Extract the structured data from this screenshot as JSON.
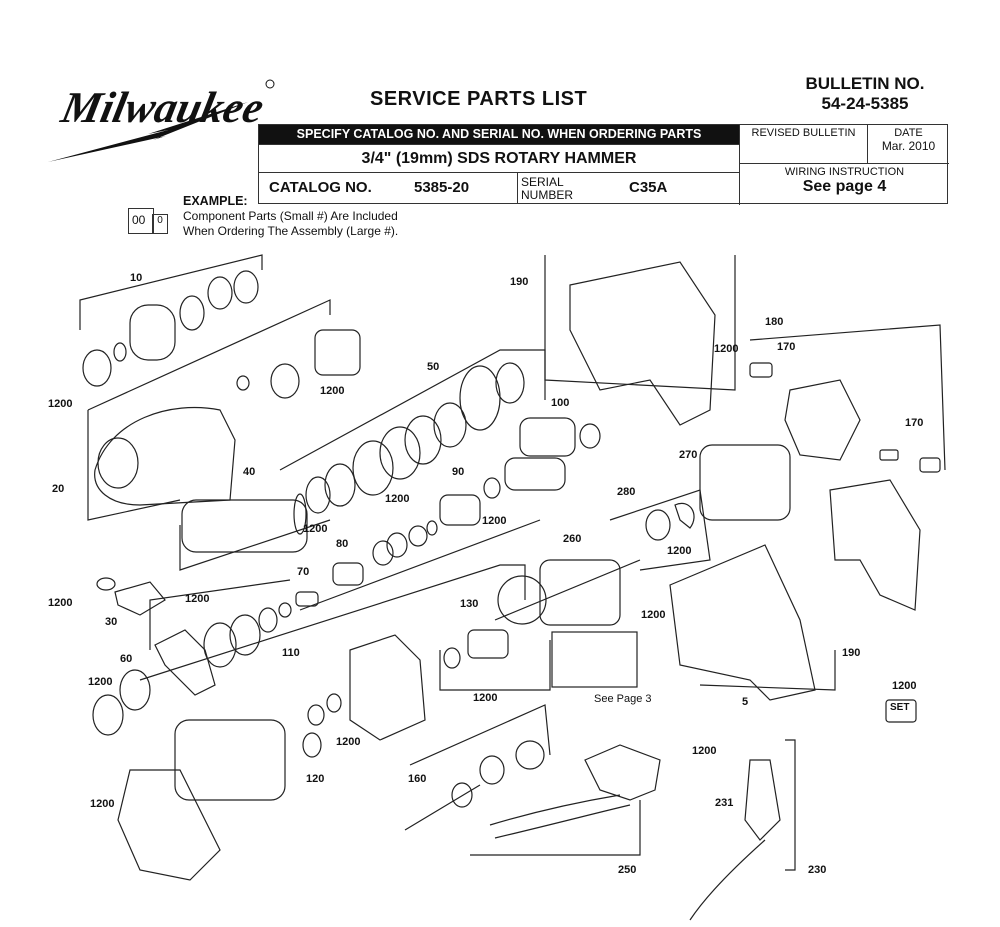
{
  "brand": "Milwaukee",
  "document_title": "SERVICE PARTS LIST",
  "bulletin": {
    "label": "BULLETIN NO.",
    "number": "54-24-5385"
  },
  "header": {
    "specify_bar": "SPECIFY CATALOG NO. AND SERIAL NO. WHEN ORDERING PARTS",
    "model": "3/4\" (19mm) SDS ROTARY HAMMER",
    "catalog_label": "CATALOG NO.",
    "catalog_number": "5385-20",
    "serial_label_1": "SERIAL",
    "serial_label_2": "NUMBER",
    "serial_number": "C35A",
    "revised_label": "REVISED BULLETIN",
    "date_label": "DATE",
    "date_value": "Mar. 2010",
    "wiring_label": "WIRING INSTRUCTION",
    "wiring_value": "See page 4"
  },
  "example": {
    "label": "EXAMPLE:",
    "line1": "Component Parts (Small #) Are Included",
    "line2": "When Ordering The Assembly (Large #).",
    "large": "00",
    "small": "0"
  },
  "see_page_3": "See Page 3",
  "set_label": "SET",
  "part_labels": {
    "p10": "10",
    "p1200a": "1200",
    "p20": "20",
    "p1200b": "1200",
    "p40": "40",
    "p50": "50",
    "p1200c": "1200",
    "p100": "100",
    "p90": "90",
    "p1200d": "1200",
    "p1200e": "1200",
    "p80": "80",
    "p1200f": "1200",
    "p30": "30",
    "p70": "70",
    "p1200g": "1200",
    "p60": "60",
    "p110": "110",
    "p1200h": "1200",
    "p1200i": "1200",
    "p120": "120",
    "p1200j": "1200",
    "p190a": "190",
    "p1200k": "1200",
    "p180": "180",
    "p170a": "170",
    "p170b": "170",
    "p270": "270",
    "p280": "280",
    "p1200l": "1200",
    "p260": "260",
    "p130": "130",
    "p1200m": "1200",
    "p1200n": "1200",
    "p190b": "190",
    "p5": "5",
    "p1200o": "1200",
    "p160": "160",
    "p1200p": "1200",
    "p231": "231",
    "p230": "230",
    "p250": "250"
  }
}
